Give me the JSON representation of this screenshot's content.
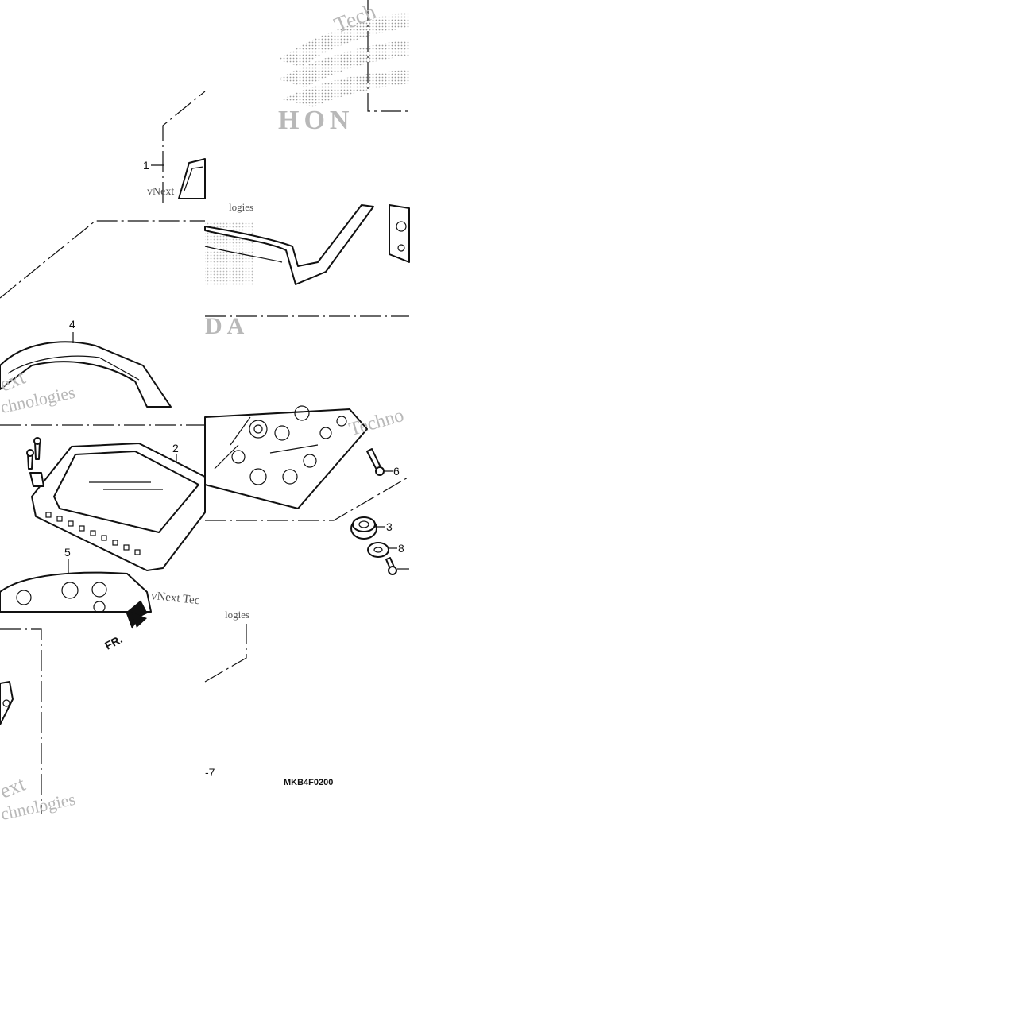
{
  "diagram": {
    "code": "MKB4F0200",
    "direction_label": "FR.",
    "callouts": [
      {
        "id": "c1",
        "label": "1"
      },
      {
        "id": "c2",
        "label": "2"
      },
      {
        "id": "c3",
        "label": "3"
      },
      {
        "id": "c4",
        "label": "4"
      },
      {
        "id": "c5",
        "label": "5"
      },
      {
        "id": "c6",
        "label": "6"
      },
      {
        "id": "c7",
        "label": "-7"
      },
      {
        "id": "c8",
        "label": "8"
      }
    ],
    "watermark": {
      "brand": "vNext",
      "brand_short": "ext",
      "company": "Technologies",
      "company_short": "Techno",
      "fragment_a": "Tech",
      "fragment_b": "chnologies",
      "fragment_c": "logies",
      "vnext_tec": "vNext Tec",
      "logo_text": "HONDA",
      "logo_fragment_top": "HON",
      "logo_fragment_bottom": "DA"
    },
    "colors": {
      "line": "#111111",
      "watermark": "#b8b8b8",
      "background": "#ffffff"
    }
  }
}
